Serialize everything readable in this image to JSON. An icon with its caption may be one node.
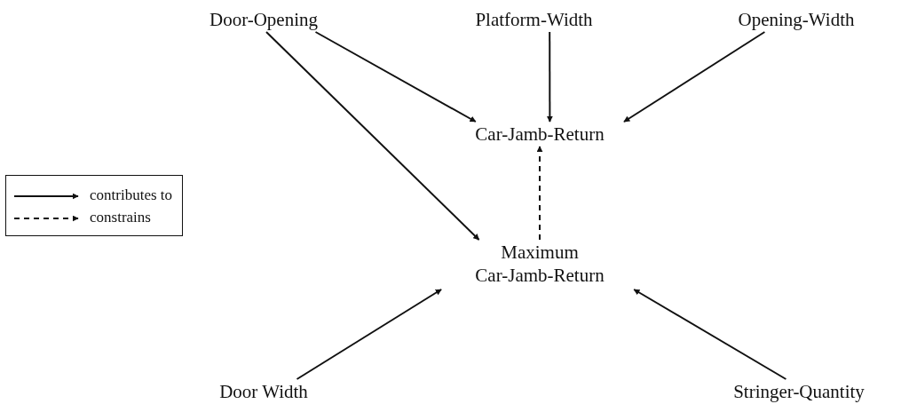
{
  "diagram": {
    "nodes": [
      {
        "text": [
          "Door-Opening"
        ]
      },
      {
        "text": [
          "Platform-Width"
        ]
      },
      {
        "text": [
          "Opening-Width"
        ]
      },
      {
        "text": [
          "Car-Jamb-Return"
        ]
      },
      {
        "text": [
          "Maximum Car-Jamb-Return"
        ]
      },
      {
        "text": [
          "Door Width"
        ]
      },
      {
        "text": [
          "Stringer-Quantity"
        ]
      }
    ],
    "edges": [
      {
        "from": 0,
        "to": 3,
        "arrow": "to"
      },
      {
        "from": 0,
        "to": 4,
        "arrow": "to"
      },
      {
        "from": 1,
        "to": 3,
        "arrow": "to"
      },
      {
        "from": 2,
        "to": 3,
        "arrow": "to"
      },
      {
        "from": 4,
        "to": 3,
        "arrow": "to",
        "style": "dashed"
      },
      {
        "from": 5,
        "to": 4,
        "arrow": "to"
      },
      {
        "from": 6,
        "to": 4,
        "arrow": "to"
      }
    ],
    "legend": [
      {
        "text": "contributes to"
      },
      {
        "text": "constrains"
      }
    ]
  }
}
